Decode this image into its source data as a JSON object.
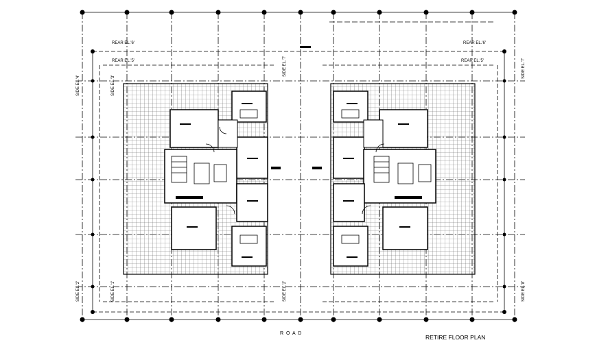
{
  "drawing": {
    "title": "RETIRE  FLOOR PLAN",
    "road_label": "R O A D"
  },
  "elevations": {
    "rear_6_left": "REAR EL.'6'",
    "rear_5_left": "REAR EL.'5'",
    "rear_6_right": "REAR EL.'6'",
    "rear_5_right": "REAR EL.'5'",
    "side_4_left": "SIDE EL.'4'",
    "side_3_left": "SIDE EL.'3'",
    "side_7_center": "SIDE EL.'7'",
    "side_2_left": "SIDE EL.'2'",
    "side_1_left": "SIDE EL.'1'",
    "side_2_center": "SIDE EL.'2'",
    "side_7_right": "SIDE EL.'7'",
    "side_8_right": "SIDE EL.'8'"
  },
  "colors": {
    "line": "#000000",
    "grid_hatch": "#555555",
    "background": "#ffffff"
  }
}
